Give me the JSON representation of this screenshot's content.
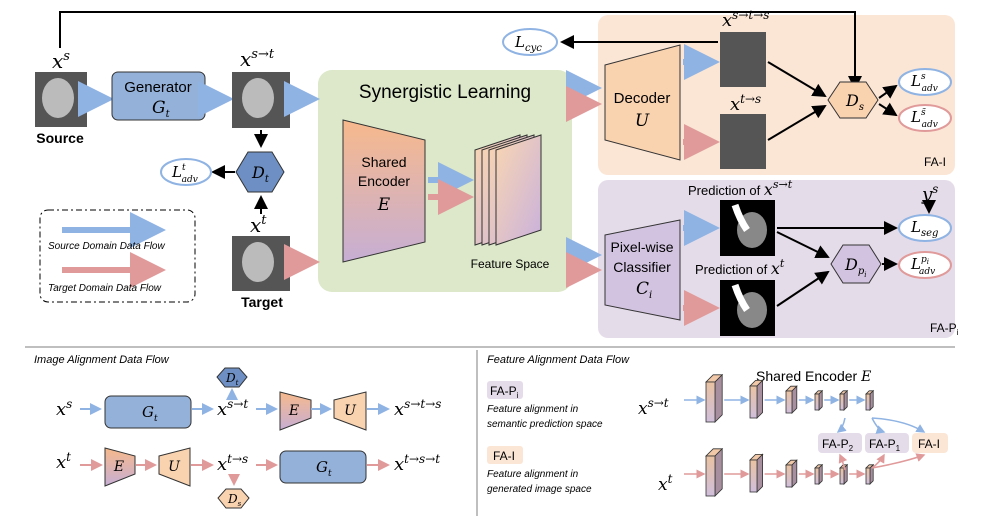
{
  "top": {
    "source_var": {
      "base": "x",
      "sup": "s"
    },
    "source_label": "Source",
    "generator": {
      "line1": "Generator",
      "sym": "G",
      "sub": "t"
    },
    "st_var": {
      "base": "x",
      "sup": "s→t"
    },
    "dt": {
      "sym": "D",
      "sub": "t"
    },
    "ladv_t": {
      "sym": "L",
      "sup": "t",
      "sub": "adv"
    },
    "target_var": {
      "base": "x",
      "sup": "t"
    },
    "target_label": "Target",
    "legend": {
      "source": "Source Domain Data Flow",
      "target": "Target Domain Data Flow"
    },
    "synergistic_title": "Synergistic Learning",
    "encoder": {
      "line1": "Shared",
      "line2": "Encoder",
      "sym": "E"
    },
    "feature_space": "Feature Space",
    "lcyc": {
      "sym": "L",
      "sub": "cyc"
    },
    "sts_var": {
      "base": "x",
      "sup": "s→t→s"
    },
    "ts_var": {
      "base": "x",
      "sup": "t→s"
    },
    "decoder": {
      "line1": "Decoder",
      "sym": "U"
    },
    "ds": {
      "sym": "D",
      "sub": "s"
    },
    "ladv_s1": {
      "sym": "L",
      "sup": "s",
      "sub": "adv"
    },
    "ladv_s2": {
      "sym": "L",
      "sup": "s̃",
      "sub": "adv"
    },
    "fa_i_label": "FA-I",
    "ys": {
      "sym": "y",
      "sup": "s"
    },
    "pred1": {
      "text": "Prediction of ",
      "base": "x",
      "sup": "s→t"
    },
    "pred2": {
      "text": "Prediction of ",
      "base": "x",
      "sup": "t"
    },
    "classifier": {
      "line1": "Pixel-wise",
      "line2": "Classifier",
      "sym": "C",
      "sub": "i"
    },
    "dpi": {
      "sym": "D",
      "sub": "p",
      "subsub": "i"
    },
    "lseg": {
      "sym": "L",
      "sub": "seg"
    },
    "ladv_pi": {
      "sym": "L",
      "sup": "p",
      "supsub": "i",
      "sub": "adv"
    },
    "fa_pi_label": {
      "base": "FA-P",
      "sub": "i"
    }
  },
  "image_alignment": {
    "title": "Image Alignment Data Flow",
    "row1": {
      "in": {
        "base": "x",
        "sup": "s"
      },
      "g": {
        "sym": "G",
        "sub": "t"
      },
      "mid": {
        "base": "x",
        "sup": "s→t"
      },
      "d": {
        "sym": "D",
        "sub": "t"
      },
      "e": "E",
      "u": "U",
      "out": {
        "base": "x",
        "sup": "s→t→s"
      }
    },
    "row2": {
      "in": {
        "base": "x",
        "sup": "t"
      },
      "e": "E",
      "u": "U",
      "mid": {
        "base": "x",
        "sup": "t→s"
      },
      "d": {
        "sym": "D",
        "sub": "s"
      },
      "g": {
        "sym": "G",
        "sub": "t"
      },
      "out": {
        "base": "x",
        "sup": "t→s→t"
      }
    }
  },
  "feature_alignment": {
    "title": "Feature Alignment Data Flow",
    "fa_pi": {
      "base": "FA-P",
      "sub": "i"
    },
    "fa_pi_desc": [
      "Feature alignment in",
      "semantic prediction space"
    ],
    "fa_i": "FA-I",
    "fa_i_desc": [
      "Feature alignment in",
      "generated image space"
    ],
    "encoder_title": {
      "text": "Shared Encoder ",
      "sym": "E"
    },
    "in_s": {
      "base": "x",
      "sup": "s→t"
    },
    "in_t": {
      "base": "x",
      "sup": "t"
    },
    "tags": [
      {
        "base": "FA-P",
        "sub": "2"
      },
      {
        "base": "FA-P",
        "sub": "1"
      },
      {
        "base": "FA-I",
        "sub": ""
      }
    ]
  },
  "colors": {
    "source": "#8fb3e3",
    "target": "#e09a9a",
    "generator": "#94b1d9",
    "green": "#dce8c9",
    "fa_i_bg": "#fbe6d6",
    "fa_p_bg": "#e5dcea",
    "decoder": "#f9d2b0"
  }
}
